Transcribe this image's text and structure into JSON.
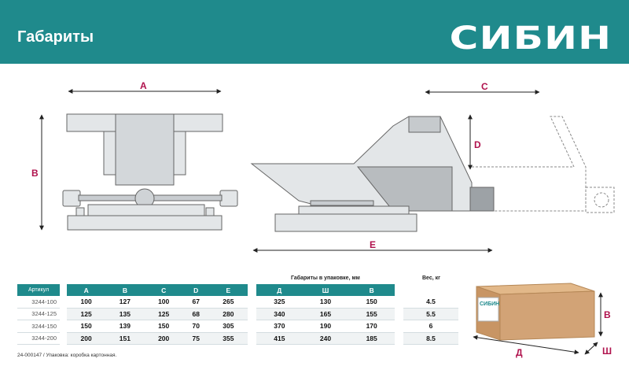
{
  "header": {
    "title": "Габариты",
    "logo": "СИБИН",
    "color": "#1f8a8c"
  },
  "dimension_labels": {
    "a": "A",
    "b": "B",
    "c": "C",
    "d": "D",
    "e": "E"
  },
  "table": {
    "article_header": "Артикул",
    "articles": [
      "3244-100",
      "3244-125",
      "3244-150",
      "3244-200"
    ],
    "dim_headers": [
      "A",
      "B",
      "C",
      "D",
      "E"
    ],
    "dim_rows": [
      [
        "100",
        "127",
        "100",
        "67",
        "265"
      ],
      [
        "125",
        "135",
        "125",
        "68",
        "280"
      ],
      [
        "150",
        "139",
        "150",
        "70",
        "305"
      ],
      [
        "200",
        "151",
        "200",
        "75",
        "355"
      ]
    ],
    "pack_caption": "Габариты  в упаковке, мм",
    "pack_headers": [
      "Д",
      "Ш",
      "В"
    ],
    "pack_rows": [
      [
        "325",
        "130",
        "150"
      ],
      [
        "340",
        "165",
        "155"
      ],
      [
        "370",
        "190",
        "170"
      ],
      [
        "415",
        "240",
        "185"
      ]
    ],
    "weight_caption": "Вес, кг",
    "weights": [
      "4.5",
      "5.5",
      "6",
      "8.5"
    ]
  },
  "box": {
    "logo": "СИБИН",
    "labels": {
      "height": "В",
      "width": "Ш",
      "length": "Д"
    }
  },
  "footer": "24-000147  /  Упаковка: коробка картонная.",
  "colors": {
    "accent": "#b0124d",
    "box": "#d2a376"
  }
}
